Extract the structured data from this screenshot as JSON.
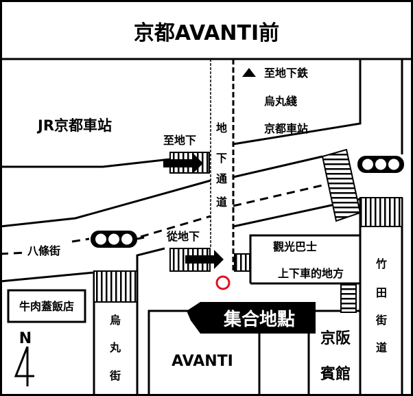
{
  "title": "京都AVANTI前",
  "labels": {
    "jr_station": "JR京都車站",
    "to_underground": "至地下",
    "from_underground": "從地下",
    "passage": [
      "地",
      "下",
      "通",
      "道"
    ],
    "subway": "至地下鉄",
    "karasuma_line": "烏丸綫",
    "kyoto_station": "京都車站",
    "hachijo": "八條街",
    "beef_bowl_shop": "牛肉蓋飯店",
    "north": "N",
    "karasuma_street": [
      "烏",
      "丸",
      "街"
    ],
    "tour_bus_1": "觀光巴士",
    "tour_bus_2": "上下車的地方",
    "takeda": [
      "竹",
      "田",
      "街",
      "道"
    ],
    "meeting_point": "集合地點",
    "avanti": "AVANTI",
    "keihan_1": "京阪",
    "keihan_2": "賓館"
  },
  "colors": {
    "marker": "#e01020",
    "line": "#000000"
  }
}
